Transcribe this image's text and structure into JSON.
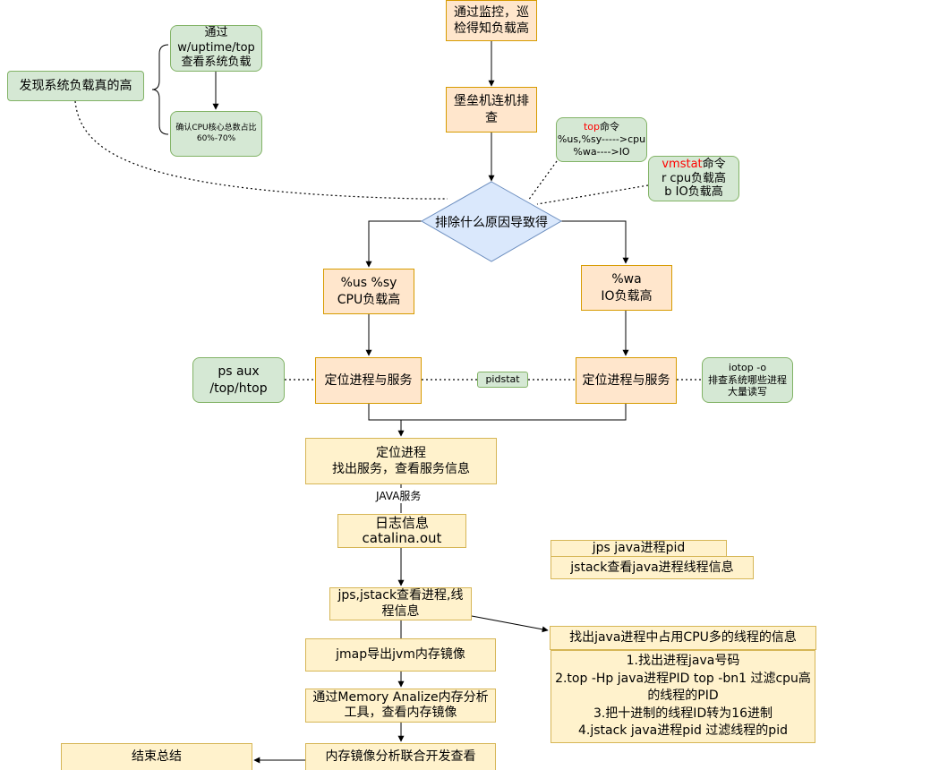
{
  "nodes": {
    "monitor": "通过监控，巡检得知负载高",
    "bastion": "堡垒机连机排查",
    "discover": "发现系统负载真的高",
    "uptime": "通过w/uptime/top查看系统负载",
    "cpu_core": "确认CPU核心总数占比60%-70%",
    "decision": "排除什么原因导致得",
    "top_cmd_red": "top",
    "top_cmd_rest": "命令",
    "top_line2": "%us,%sy----->cpu",
    "top_line3": "%wa---->IO",
    "vmstat_red": "vmstat",
    "vmstat_rest": "命令",
    "vmstat_line2": "r cpu负载高",
    "vmstat_line3": "b IO负载高",
    "cpu_branch_1": "%us %sy",
    "cpu_branch_2": "CPU负载高",
    "io_branch_1": "%wa",
    "io_branch_2": "IO负载高",
    "ps_aux_1": "ps aux",
    "ps_aux_2": "/top/htop",
    "locate_left": "定位进程与服务",
    "locate_right": "定位进程与服务",
    "pidstat": "pidstat",
    "iotop_1": "iotop -o",
    "iotop_2": "排查系统哪些进程",
    "iotop_3": "大量读写",
    "locate_proc_1": "定位进程",
    "locate_proc_2": "找出服务，查看服务信息",
    "java_label": "JAVA服务",
    "log_1": "日志信息",
    "log_2": "catalina.out",
    "jps_1": "jps java进程pid",
    "jps_2": "jstack查看java进程线程信息",
    "jstack": "jps,jstack查看进程,线程信息",
    "find_cpu": "找出java进程中占用CPU多的线程的信息",
    "steps": [
      "1.找出进程java号码",
      "2.top -Hp java进程PID top -bn1 过滤cpu高的线程的PID",
      "3.把十进制的线程ID转为16进制",
      "4.jstack java进程pid 过滤线程的pid"
    ],
    "jmap": "jmap导出jvm内存镜像",
    "mat": "通过Memory Analize内存分析工具，查看内存镜像",
    "analyze": "内存镜像分析联合开发查看",
    "summary": "结束总结"
  }
}
